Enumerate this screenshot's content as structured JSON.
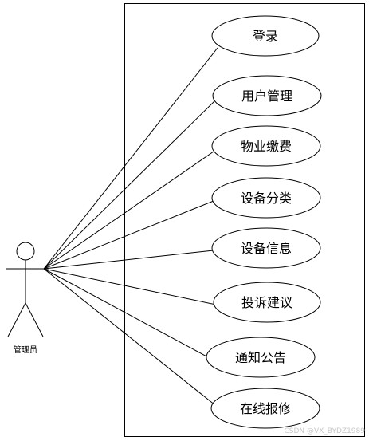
{
  "actor": {
    "label": "管理员"
  },
  "use_cases": [
    {
      "label": "登录"
    },
    {
      "label": "用户管理"
    },
    {
      "label": "物业缴费"
    },
    {
      "label": "设备分类"
    },
    {
      "label": "设备信息"
    },
    {
      "label": "投诉建议"
    },
    {
      "label": "通知公告"
    },
    {
      "label": "在线报修"
    }
  ],
  "watermark": "CSDN @VX_BYDZ1989",
  "colors": {
    "stroke": "#000000",
    "background": "#ffffff",
    "watermark": "#c8c8c8"
  }
}
